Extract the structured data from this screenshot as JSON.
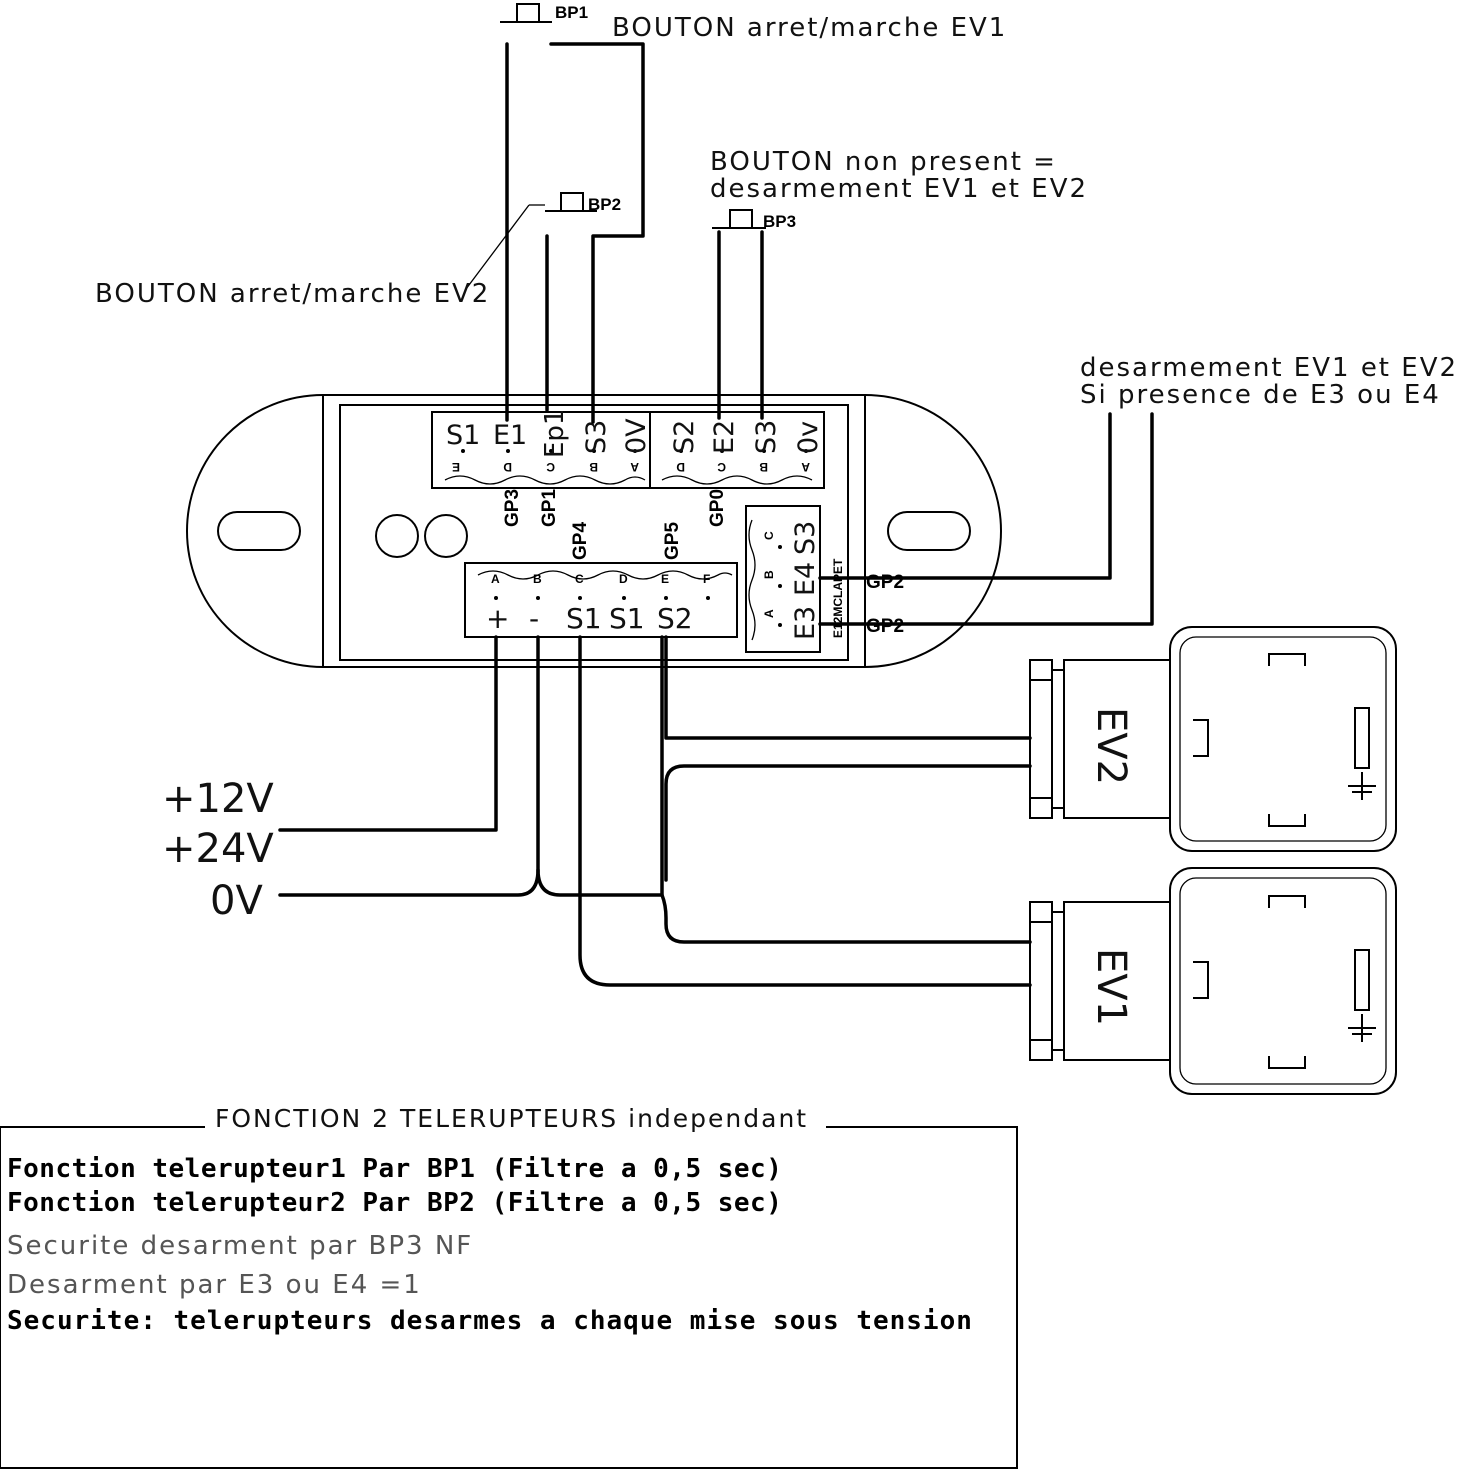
{
  "buttons": {
    "bp1": {
      "label": "BP1",
      "caption": "BOUTON arret/marche EV1"
    },
    "bp2": {
      "label": "BP2",
      "caption": "BOUTON arret/marche EV2"
    },
    "bp3": {
      "label": "BP3",
      "caption_line1": "BOUTON non present =",
      "caption_line2": "desarmement EV1 et EV2"
    }
  },
  "right_note": {
    "line1": "desarmement EV1 et EV2",
    "line2": "Si presence de E3 ou E4"
  },
  "connectors": {
    "top_left": {
      "pins": [
        "S1",
        "E1",
        "Ep1",
        "S3",
        "0V"
      ],
      "letters": [
        "E",
        "D",
        "C",
        "B",
        "A"
      ]
    },
    "top_right": {
      "pins": [
        "S2",
        "E2",
        "S3",
        "0v"
      ],
      "letters": [
        "D",
        "C",
        "B",
        "A"
      ]
    },
    "bottom": {
      "letters": [
        "A",
        "B",
        "C",
        "D",
        "E",
        "F"
      ],
      "pins": [
        "+",
        "-",
        "S1",
        "S1",
        "S2"
      ]
    },
    "side": {
      "letters": [
        "C",
        "B",
        "A"
      ],
      "pins": [
        "S3",
        "E4",
        "E3"
      ]
    },
    "gp_labels": [
      "GP3",
      "GP1",
      "GP4",
      "GP5",
      "GP0",
      "GP2",
      "GP2"
    ],
    "model": "E12MCLAPET"
  },
  "supply": {
    "v12": "+12V",
    "v24": "+24V",
    "v0": "0V"
  },
  "valves": {
    "ev2": "EV2",
    "ev1": "EV1"
  },
  "info_box": {
    "title": "FONCTION 2 TELERUPTEURS independant",
    "lines": [
      "Fonction telerupteur1 Par BP1 (Filtre a 0,5 sec)",
      "Fonction telerupteur2 Par BP2 (Filtre a 0,5 sec)",
      "Securite desarment par BP3 NF",
      "Desarment par E3 ou E4 =1",
      "Securite: telerupteurs desarmes a chaque mise sous tension"
    ]
  }
}
